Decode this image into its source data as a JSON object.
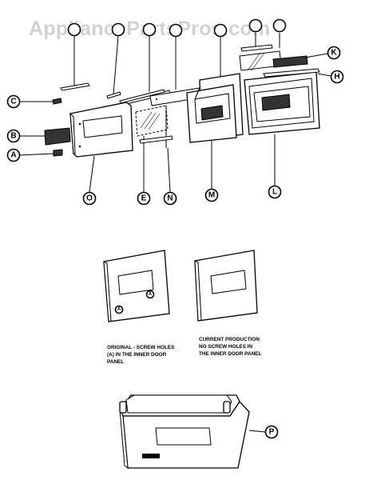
{
  "watermark": "AppliancePartsPros.com",
  "callouts": {
    "A": "A",
    "B": "B",
    "C": "C",
    "E": "E",
    "H": "H",
    "K": "K",
    "L": "L",
    "M": "M",
    "N": "N",
    "O": "O",
    "P": "P",
    "top_1": "",
    "top_2": "",
    "top_3": "",
    "top_4": "",
    "top_5": "",
    "top_6": ""
  },
  "inset_marks": {
    "left": "A",
    "right": "A"
  },
  "captions": {
    "original": [
      "ORIGINAL - SCREW HOLES",
      "(A) IN THE INNER DOOR",
      "PANEL"
    ],
    "current": [
      "CURRENT PRODUCTION",
      "NO SCREW HOLES IN",
      "THE INNER DOOR PANEL"
    ]
  }
}
